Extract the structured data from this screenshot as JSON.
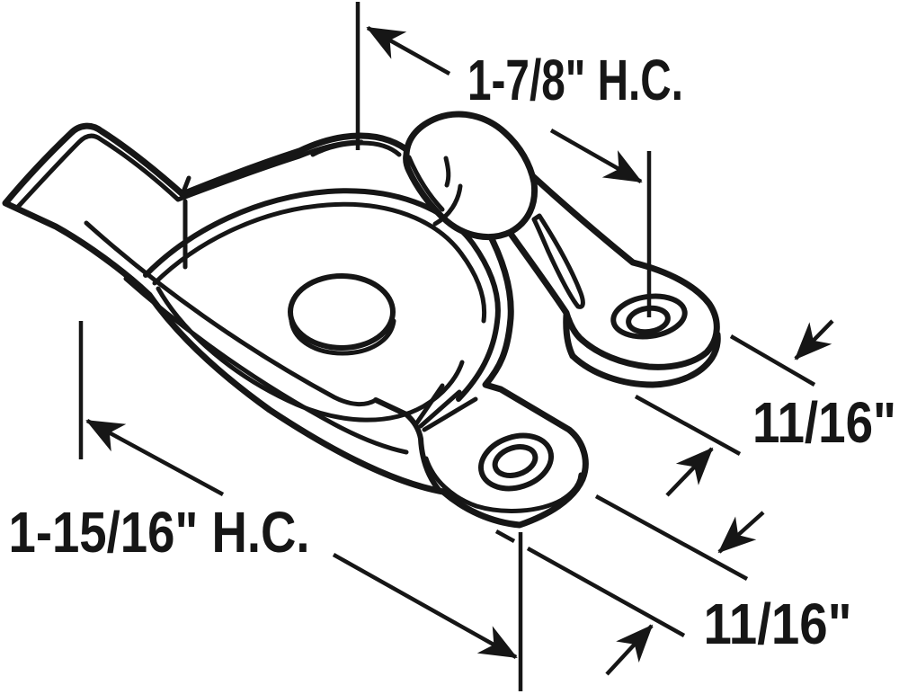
{
  "diagram": {
    "type": "technical-line-drawing",
    "subject": "sash-lock-with-dimension-callouts",
    "colors": {
      "background": "#ffffff",
      "line": "#161616",
      "text": "#161616"
    },
    "labels": {
      "top_dim": "1-7/8\" H.C.",
      "right_dim": "11/16\"",
      "bottom_left_dim": "1-15/16\" H.C.",
      "bottom_right_dim": "11/16\""
    }
  }
}
